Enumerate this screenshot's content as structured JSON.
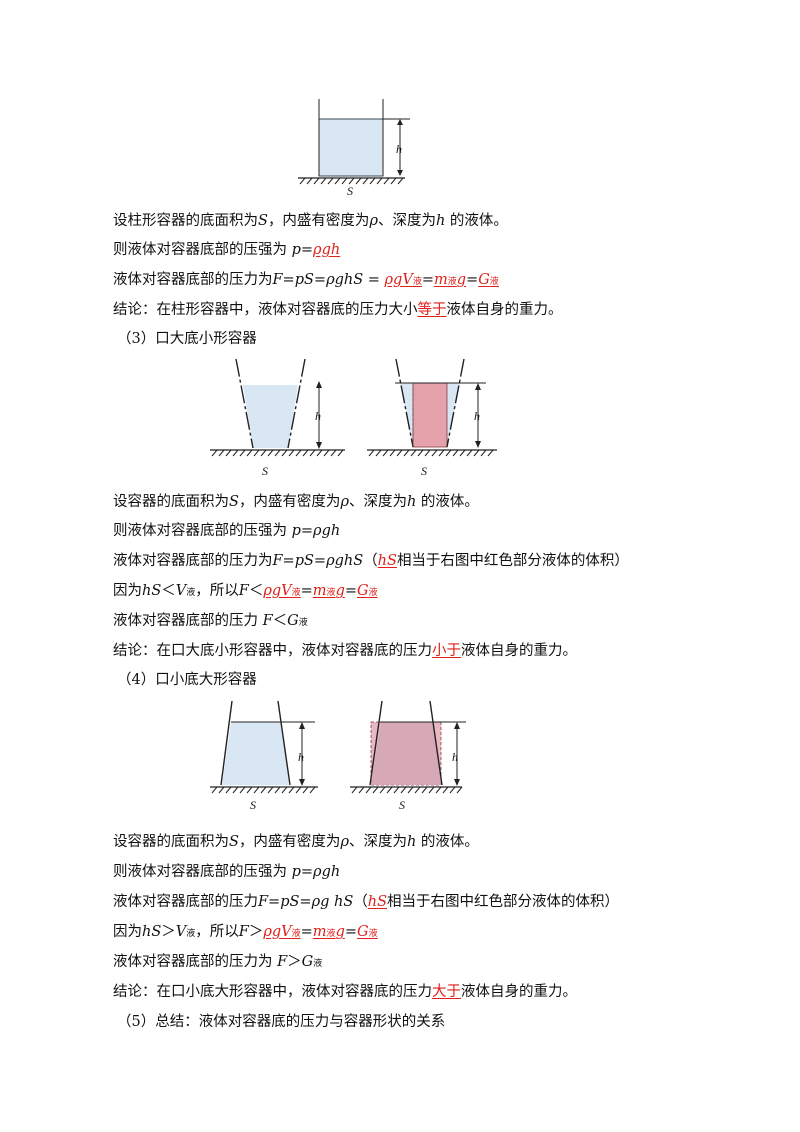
{
  "figure_labels": {
    "height": "h",
    "area": "S"
  },
  "section_cylinder": {
    "l1": [
      "设柱形容器的底面积为",
      "S",
      "，内盛有密度为",
      "ρ",
      "、深度为",
      "h",
      " 的液体。"
    ],
    "l2": [
      "则液体对容器底部的压强为 ",
      "p=",
      "ρgh"
    ],
    "l3": [
      "液体对容器底部的压力为",
      "F=pS=ρghS =",
      "ρgV",
      "液",
      "=",
      "m",
      "液",
      "g",
      "=",
      "G",
      "液"
    ],
    "l4": [
      "结论：在柱形容器中，液体对容器底的压力大小",
      "等于",
      "液体自身的重力。"
    ]
  },
  "section3": {
    "heading": "（3）口大底小形容器",
    "l1": [
      "设容器的底面积为",
      "S",
      "，内盛有密度为",
      "ρ",
      "、深度为",
      "h",
      " 的液体。"
    ],
    "l2": [
      "则液体对容器底部的压强为 ",
      "p=ρgh"
    ],
    "l3": [
      "液体对容器底部的压力为",
      "F=pS=ρghS",
      "（",
      "hS",
      "相当于右图中红色部分液体的体积）"
    ],
    "l4": [
      "因为",
      "hS",
      "＜",
      "V",
      "液",
      "，所以",
      "F",
      "＜",
      "ρgV",
      "液",
      "=",
      "m",
      "液",
      "g",
      "=",
      "G",
      "液"
    ],
    "l5": [
      "液体对容器底部的压力 ",
      "F",
      "＜",
      "G",
      "液"
    ],
    "l6": [
      "结论：在口大底小形容器中，液体对容器底的压力",
      "小于",
      "液体自身的重力。"
    ]
  },
  "section4": {
    "heading": "（4）口小底大形容器",
    "l1": [
      "设容器的底面积为",
      "S",
      "，内盛有密度为",
      "ρ",
      "、深度为",
      "h",
      " 的液体。"
    ],
    "l2": [
      "则液体对容器底部的压强为 ",
      "p=ρgh"
    ],
    "l3": [
      "液体对容器底部的压力",
      "F=pS=ρg hS",
      "（",
      "hS",
      "相当于右图中红色部分液体的体积）"
    ],
    "l4": [
      "因为",
      "hS",
      "＞",
      "V",
      "液",
      "，所以",
      "F",
      "＞",
      "ρgV",
      "液",
      "=",
      "m",
      "液",
      "g",
      "=",
      "G",
      "液"
    ],
    "l5": [
      "液体对容器底部的压力为 ",
      "F",
      "＞",
      "G",
      "液"
    ],
    "l6": [
      "结论：在口小底大形容器中，液体对容器底的压力",
      "大于",
      "液体自身的重力。"
    ]
  },
  "section5": {
    "heading": "（5）总结：液体对容器底的压力与容器形状的关系"
  }
}
